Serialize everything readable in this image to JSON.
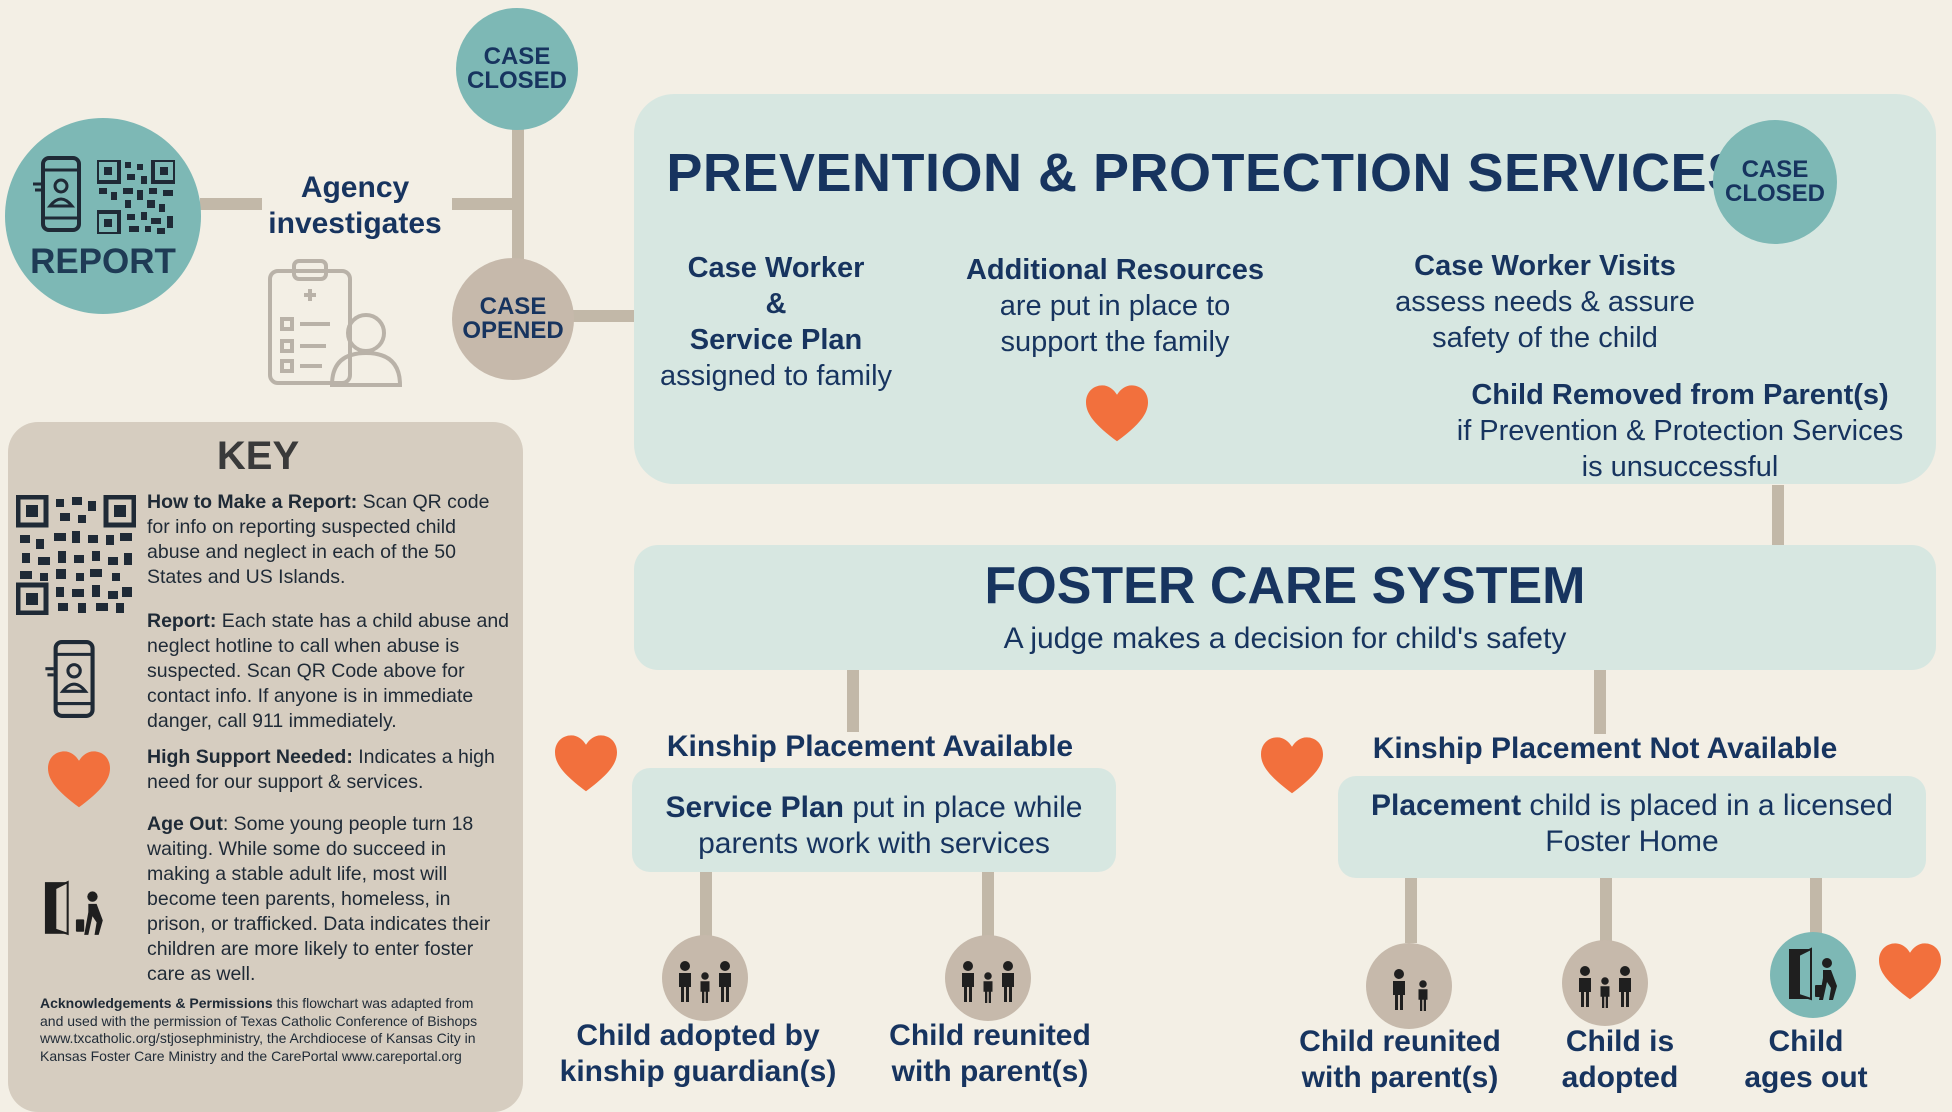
{
  "colors": {
    "navy": "#17345f",
    "teal": "#7db8b5",
    "taupe": "#c6b9ab",
    "panel": "#d7e7e1",
    "heart": "#f2703d",
    "background": "#f3efe5",
    "key_bg": "#d6cdc0",
    "connector": "#c2b8a8"
  },
  "report": {
    "label": "REPORT",
    "icons": [
      "phone-icon",
      "qr-code-icon"
    ]
  },
  "agency": {
    "line1": "Agency",
    "line2": "investigates",
    "icon": "clipboard-person-icon"
  },
  "case_closed_top": {
    "line1": "CASE",
    "line2": "CLOSED"
  },
  "case_opened": {
    "line1": "CASE",
    "line2": "OPENED"
  },
  "prevention": {
    "title": "PREVENTION & PROTECTION SERVICES",
    "case_closed": {
      "line1": "CASE",
      "line2": "CLOSED"
    },
    "case_worker": {
      "line1": "Case Worker",
      "line2": "&",
      "line3": "Service Plan",
      "line4": "assigned to family"
    },
    "resources": {
      "line1": "Additional Resources",
      "line2": "are put in place to",
      "line3": "support the family"
    },
    "visits": {
      "line1": "Case Worker Visits",
      "line2": "assess needs & assure",
      "line3": "safety of the child"
    },
    "removed": {
      "line1": "Child Removed from Parent(s)",
      "line2": "if Prevention & Protection Services",
      "line3": "is unsuccessful"
    }
  },
  "foster": {
    "title": "FOSTER CARE SYSTEM",
    "subtitle": "A judge makes a decision for child's safety"
  },
  "kin_available": {
    "title": "Kinship Placement Available",
    "box_bold": "Service Plan",
    "box_rest1": " put in place while",
    "box_line2": "parents work with services"
  },
  "kin_not_available": {
    "title": "Kinship Placement Not Available",
    "box_bold": "Placement",
    "box_rest1": " child is placed in a licensed",
    "box_line2": "Foster Home"
  },
  "outcomes": [
    {
      "line1": "Child adopted by",
      "line2": "kinship guardian(s)",
      "icon": "family-icon"
    },
    {
      "line1": "Child reunited",
      "line2": "with parent(s)",
      "icon": "family-icon"
    },
    {
      "line1": "Child reunited",
      "line2": "with parent(s)",
      "icon": "parent-child-icon"
    },
    {
      "line1": "Child is",
      "line2": "adopted",
      "icon": "family-icon"
    },
    {
      "line1": "Child",
      "line2": "ages out",
      "icon": "door-exit-icon"
    }
  ],
  "key": {
    "title": "KEY",
    "report_how": {
      "bold": "How to Make a Report:",
      "text": " Scan QR code for info on reporting suspected child abuse and neglect in each of the 50 States and US Islands."
    },
    "report": {
      "bold": "Report:",
      "text": " Each state has a child abuse and neglect hotline to call when abuse is suspected. Scan QR Code above for contact info. If anyone is in immediate danger, call 911 immediately."
    },
    "high_support": {
      "bold": "High Support Needed:",
      "text": " Indicates a high need for our support & services."
    },
    "age_out": {
      "bold": "Age Out",
      "text": ": Some young people turn 18 waiting. While some do succeed in making a stable adult life, most will become teen parents, homeless, in prison, or trafficked. Data indicates their children are more likely to enter foster care as well."
    },
    "ack": {
      "bold": "Acknowledgements & Permissions",
      "text": " this flowchart was adapted from and used with the permission of Texas Catholic Conference of Bishops www.txcatholic.org/stjosephministry, the Archdiocese of Kansas City in Kansas Foster Care Ministry and the CarePortal www.careportal.org"
    }
  }
}
